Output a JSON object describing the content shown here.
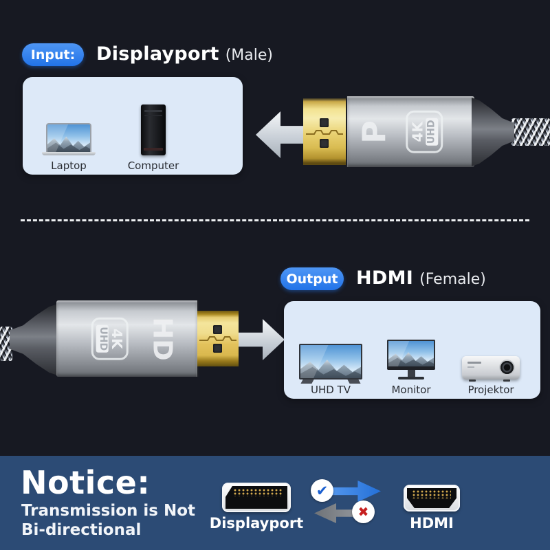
{
  "colors": {
    "background": "#171922",
    "accent_blue": "#2273e8",
    "panel_blue": "#dde9f8",
    "notice_bg": "#2c4b75",
    "arrow_blue": "#2f7de2",
    "arrow_gray": "#9b9fa5",
    "error_red": "#c62020",
    "gold": "#e8cf6e"
  },
  "input_section": {
    "badge": "Input:",
    "title": "Displayport",
    "subtitle": "(Male)",
    "devices": [
      {
        "icon": "laptop-icon",
        "label": "Laptop"
      },
      {
        "icon": "computer-tower-icon",
        "label": "Computer"
      }
    ],
    "connector": {
      "port_logo": "P",
      "badge_4k": "4K",
      "badge_uhd": "UHD"
    }
  },
  "output_section": {
    "badge": "Output",
    "title": "HDMI",
    "subtitle": "(Female)",
    "devices": [
      {
        "icon": "uhd-tv-icon",
        "label": "UHD TV"
      },
      {
        "icon": "monitor-icon",
        "label": "Monitor"
      },
      {
        "icon": "projector-icon",
        "label": "Projektor"
      }
    ],
    "connector": {
      "port_logo": "HD",
      "badge_4k": "4K",
      "badge_uhd": "UHD"
    }
  },
  "notice": {
    "title": "Notice:",
    "line1": "Transmission is Not",
    "line2": "Bi-directional",
    "left_port_label": "Displayport",
    "right_port_label": "HDMI",
    "check_glyph": "✔",
    "cross_glyph": "✖"
  }
}
